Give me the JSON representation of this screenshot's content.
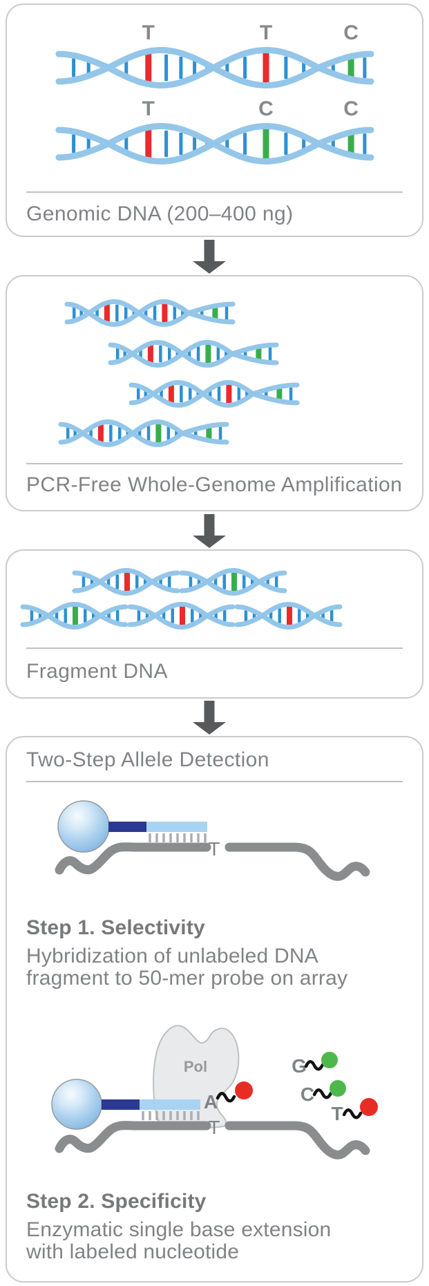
{
  "colors": {
    "strand": "#93C6E9",
    "bar_blue": "#2E90D1",
    "red": "#EA2A2B",
    "green": "#39AD4D",
    "dye_green": "#4FB84C",
    "dye_red": "#E92B26",
    "navy": "#2B3990",
    "probe_light_blue": "#A9D3F2",
    "gray_line": "#8A8C8E",
    "tick_gray": "#ABADB0",
    "arrow_gray": "#58595B",
    "text_gray": "#808285",
    "pol_fill": "#E9EAEB",
    "pol_stroke": "#BDBFC1"
  },
  "panel1": {
    "caption": "Genomic DNA (200–400 ng)",
    "helices": [
      {
        "labels": [
          "T",
          "T",
          "C"
        ],
        "specials": [
          "red",
          "red",
          "green"
        ]
      },
      {
        "labels": [
          "T",
          "C",
          "C"
        ],
        "specials": [
          "red",
          "green",
          "green"
        ]
      }
    ]
  },
  "panel2": {
    "caption": "PCR-Free Whole-Genome Amplification",
    "helices": [
      {
        "specials": [
          "red",
          "red",
          "green"
        ]
      },
      {
        "specials": [
          "red",
          "green",
          "green"
        ]
      },
      {
        "specials": [
          "red",
          "red",
          "green"
        ]
      },
      {
        "specials": [
          "red",
          "green",
          "green"
        ]
      }
    ]
  },
  "panel3": {
    "caption": "Fragment DNA",
    "fragments": [
      {
        "special": "red"
      },
      {
        "special": "green"
      },
      {
        "special": "green"
      },
      {
        "special": "red"
      },
      {
        "special": "red"
      }
    ]
  },
  "panel4": {
    "title": "Two-Step Allele Detection",
    "step1": {
      "heading": "Step 1. Selectivity",
      "line1": "Hybridization of unlabeled DNA",
      "line2": "fragment to 50-mer probe on array",
      "template_base": "T"
    },
    "step2": {
      "heading": "Step 2. Specificity",
      "line1": "Enzymatic single base extension",
      "line2": "with labeled nucleotide",
      "pol_label": "Pol",
      "incorporated_base": "A",
      "incorporated_dye": "red",
      "template_base": "T",
      "free_nucleotides": [
        {
          "base": "G",
          "dye": "green"
        },
        {
          "base": "C",
          "dye": "green"
        },
        {
          "base": "T",
          "dye": "red"
        }
      ]
    }
  }
}
